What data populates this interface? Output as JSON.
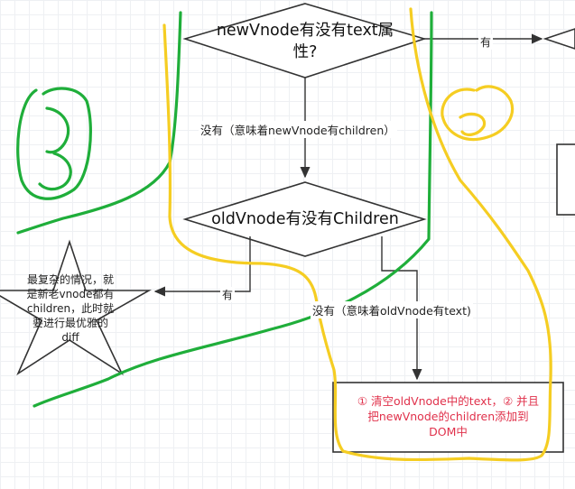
{
  "diagram": {
    "decision1": {
      "line1": "newVnode有没有text属",
      "line2": "性?"
    },
    "decision1_yes_label": "有",
    "decision1_no_label": "没有（意味着newVnode有children）",
    "decision2": {
      "label": "oldVnode有没有Children"
    },
    "decision2_yes_label": "有",
    "decision2_no_label": "没有（意味着oldVnode有text)",
    "star_note": {
      "lines": [
        "最复杂的情况，就",
        "是新老vnode都有",
        "children，此时就",
        "要进行最优雅的",
        "diff"
      ]
    },
    "action_box": {
      "lines": [
        "① 清空oldVnode中的text，② 并且",
        "把newVnode的children添加到",
        "DOM中"
      ],
      "text_color": "#e0314b"
    },
    "annotations": {
      "marker_left_color": "#1fae3a",
      "marker_right_color": "#f5cd22"
    }
  }
}
